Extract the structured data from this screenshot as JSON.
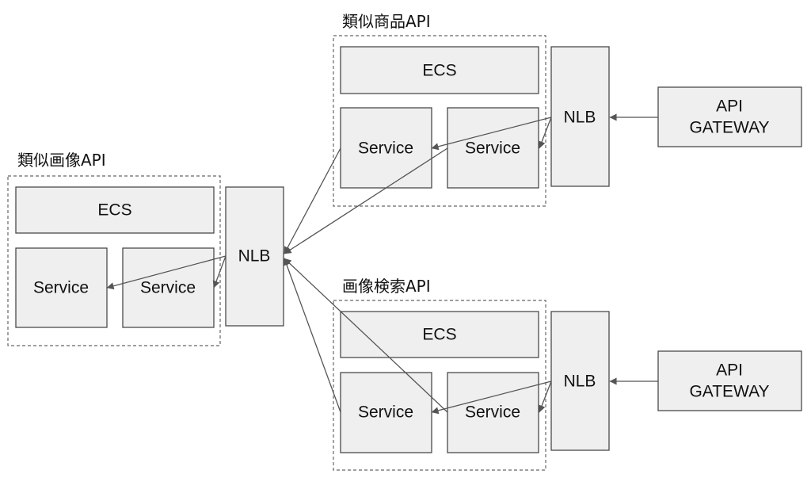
{
  "groups": {
    "similar_product": {
      "title": "類似商品API",
      "ecs": "ECS",
      "service_left": "Service",
      "service_right": "Service",
      "nlb": "NLB"
    },
    "similar_image": {
      "title": "類似画像API",
      "ecs": "ECS",
      "service_left": "Service",
      "service_right": "Service",
      "nlb": "NLB"
    },
    "image_search": {
      "title": "画像検索API",
      "ecs": "ECS",
      "service_left": "Service",
      "service_right": "Service",
      "nlb": "NLB"
    }
  },
  "gateways": {
    "top": {
      "line1": "API",
      "line2": "GATEWAY"
    },
    "bottom": {
      "line1": "API",
      "line2": "GATEWAY"
    }
  }
}
